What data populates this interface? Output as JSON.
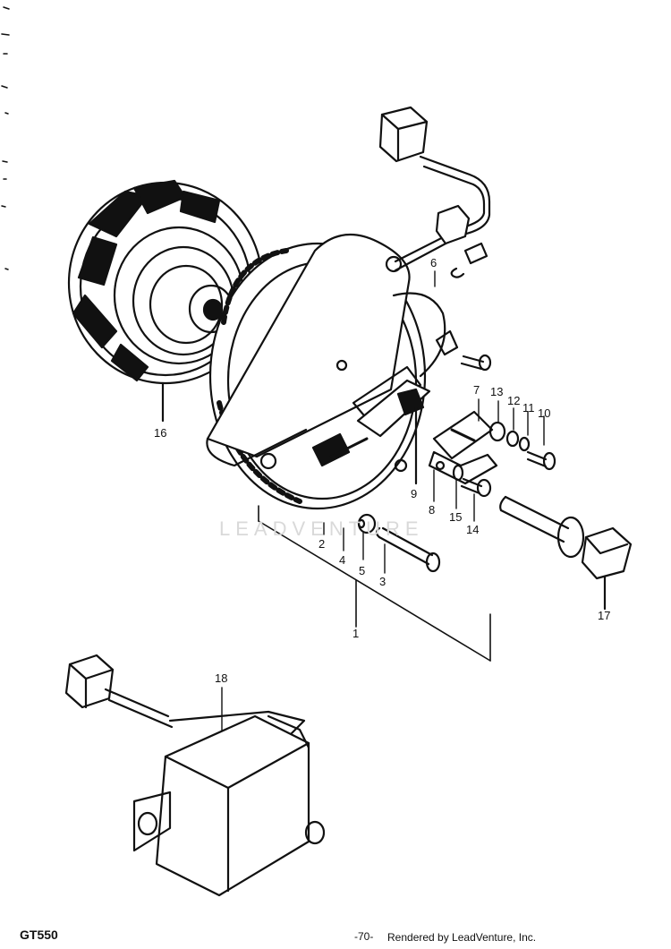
{
  "watermark": "LEADVENTURE",
  "callouts": [
    "1",
    "2",
    "3",
    "4",
    "5",
    "6",
    "7",
    "8",
    "9",
    "10",
    "11",
    "12",
    "13",
    "14",
    "15",
    "16",
    "17",
    "18"
  ],
  "footer": {
    "model": "GT550",
    "page": "-70-",
    "render_credit": "Rendered by LeadVenture, Inc."
  }
}
